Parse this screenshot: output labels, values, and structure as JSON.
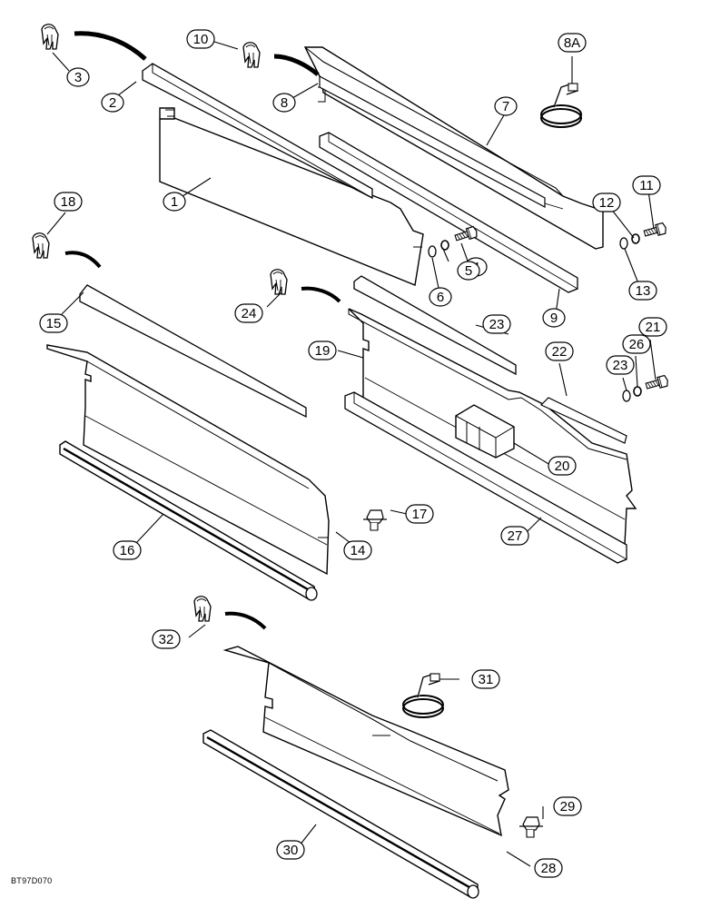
{
  "diagram": {
    "figure_code": "BT97D070",
    "callouts": [
      "1",
      "2",
      "3",
      "4",
      "5",
      "6",
      "7",
      "8",
      "8A",
      "9",
      "10",
      "11",
      "12",
      "13",
      "14",
      "15",
      "16",
      "17",
      "18",
      "19",
      "20",
      "21",
      "22",
      "23",
      "24",
      "25",
      "26",
      "27",
      "28",
      "29",
      "30",
      "31",
      "32"
    ]
  }
}
